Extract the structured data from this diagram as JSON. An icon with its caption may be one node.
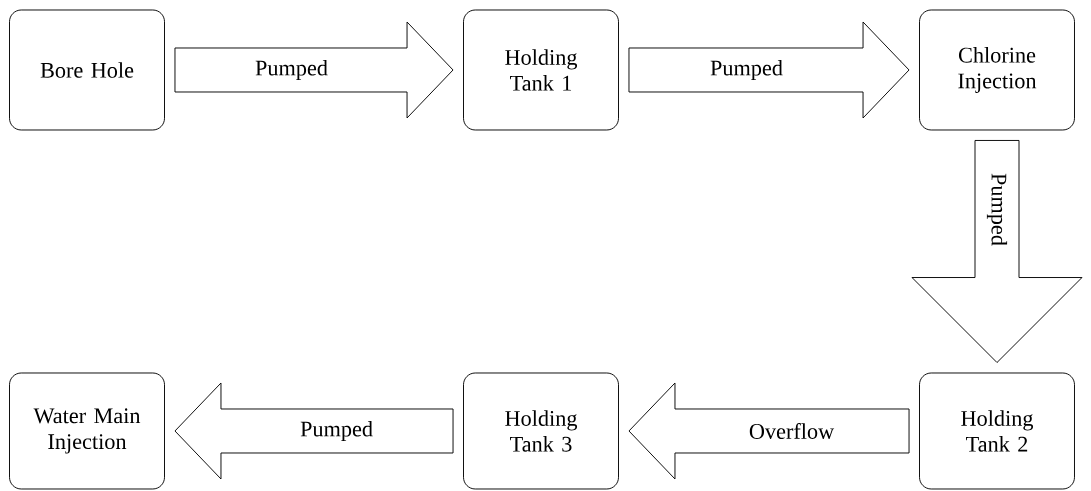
{
  "diagram": {
    "nodes": [
      {
        "text": [
          "Bore Hole"
        ]
      },
      {
        "text": [
          "Holding Tank 1"
        ]
      },
      {
        "text": [
          "Chlorine Injection"
        ]
      },
      {
        "text": [
          "Holding Tank 2"
        ]
      },
      {
        "text": [
          "Holding Tank 3"
        ]
      },
      {
        "text": [
          "Water Main Injection"
        ]
      }
    ],
    "edges": [
      {
        "from": 0,
        "to": 1,
        "arrow": "to",
        "label": "Pumped"
      },
      {
        "from": 1,
        "to": 2,
        "arrow": "to",
        "label": "Pumped"
      },
      {
        "from": 2,
        "to": 3,
        "arrow": "to",
        "label": "Pumped"
      },
      {
        "from": 3,
        "to": 4,
        "arrow": "to",
        "label": "Overflow"
      },
      {
        "from": 4,
        "to": 5,
        "arrow": "to",
        "label": "Pumped"
      }
    ]
  }
}
